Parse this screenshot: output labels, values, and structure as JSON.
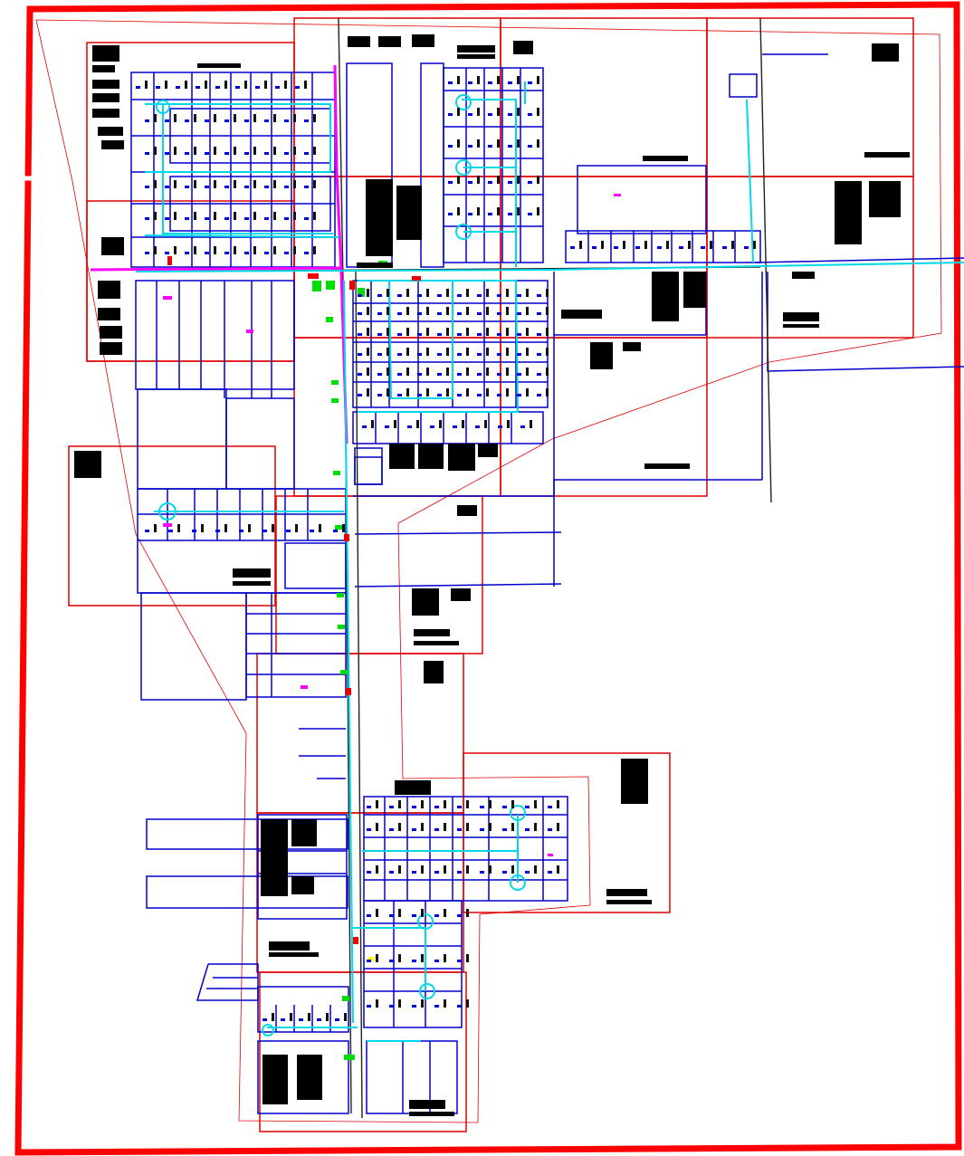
{
  "colors": {
    "border": "#ff0000",
    "sheet": "#e00000",
    "parcel": "#0000cc",
    "water": "#00d8e8",
    "road": "#222222",
    "highlight": "#ff00ff",
    "valve": "#00dd00",
    "equipment": "#ee0000",
    "marker": "#ffff00",
    "note": "#000000"
  },
  "legend": {
    "layers": [
      "sheet-boundary",
      "parcel-lines",
      "water-main",
      "road-edge",
      "annotation-blocks"
    ]
  }
}
